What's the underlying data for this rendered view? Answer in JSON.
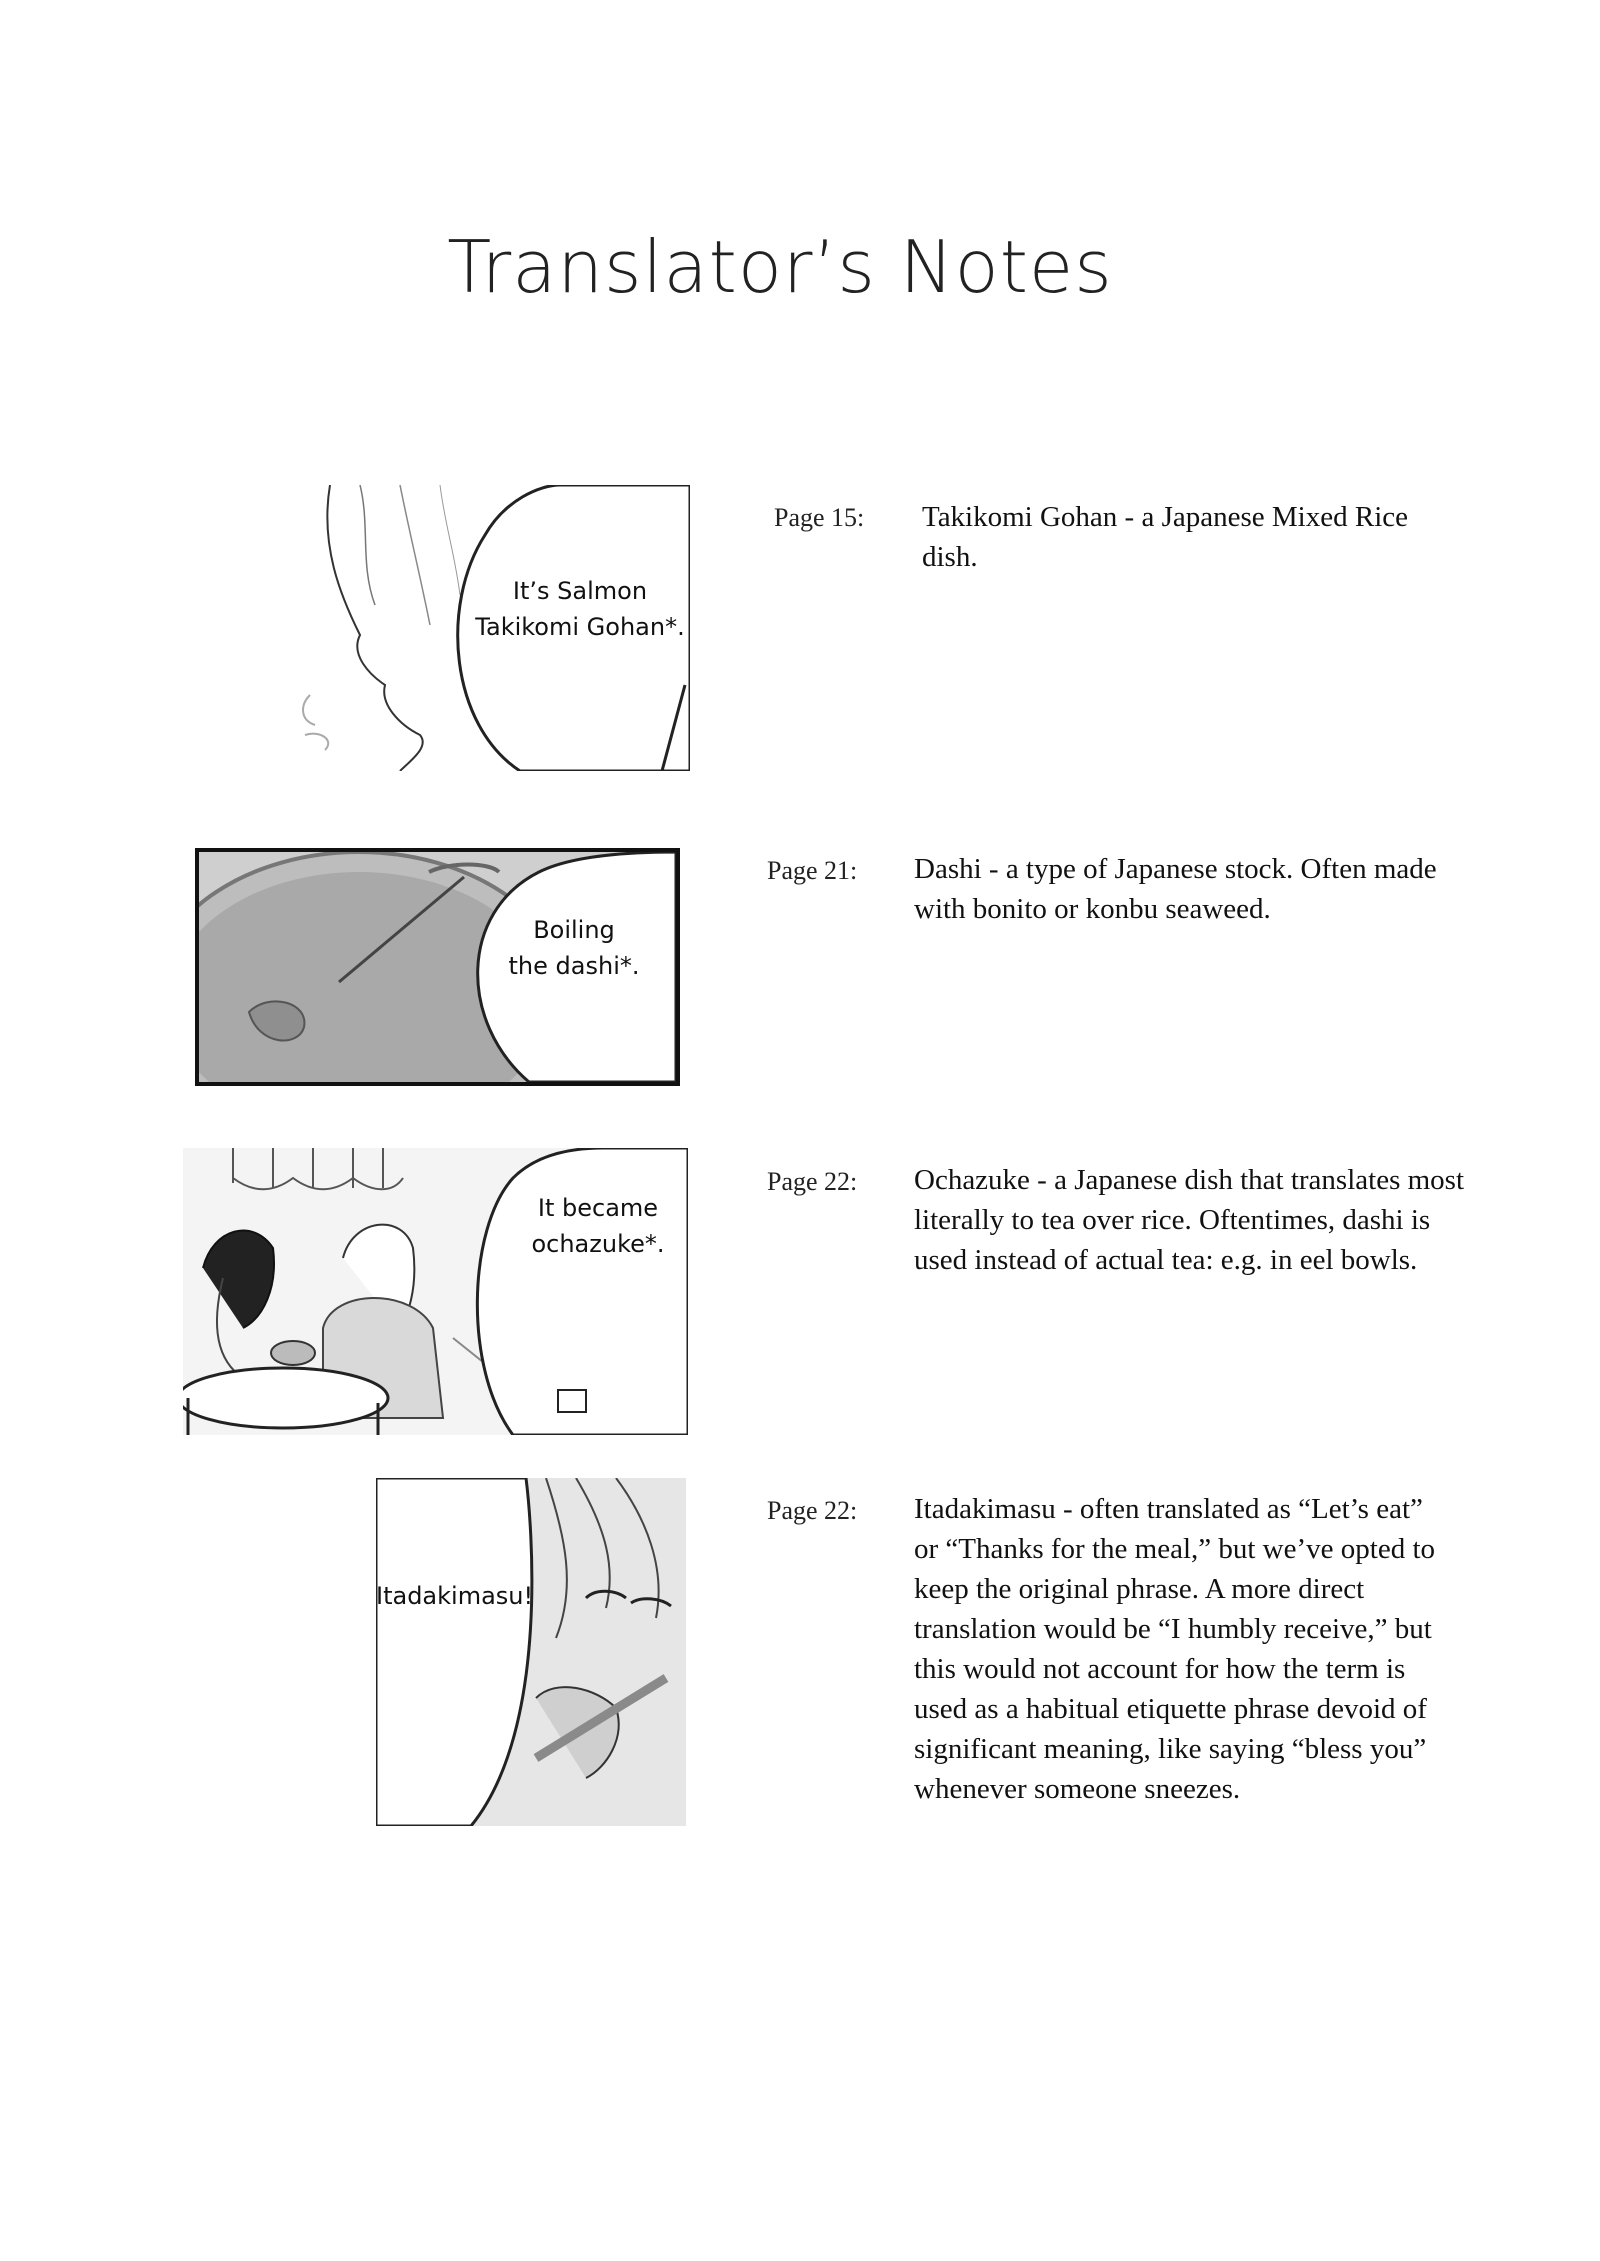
{
  "title": "Translator’s Notes",
  "notes": [
    {
      "page_label": "Page 15:",
      "text": "Takikomi Gohan - a Japanese Mixed Rice dish.",
      "bubble": "It’s Salmon\nTakikomi Gohan*."
    },
    {
      "page_label": "Page 21:",
      "text": "Dashi - a type of Japanese stock. Often made with bonito or konbu seaweed.",
      "bubble": "Boiling\nthe dashi*."
    },
    {
      "page_label": "Page 22:",
      "text": "Ochazuke - a Japanese dish that translates most literally to tea over rice. Oftentimes, dashi is used instead of actual tea: e.g. in eel bowls.",
      "bubble": "It became\nochazuke*."
    },
    {
      "page_label": "Page 22:",
      "text": "Itadakimasu - often translated as “Let’s eat” or “Thanks for the meal,” but we’ve opted to keep the original phrase. A more direct translation would be “I humbly receive,” but this would not account for how the term is used as a habitual etiquette phrase devoid of significant meaning, like saying “bless you” whenever someone sneezes.",
      "bubble": "Itadakimasu!"
    }
  ]
}
